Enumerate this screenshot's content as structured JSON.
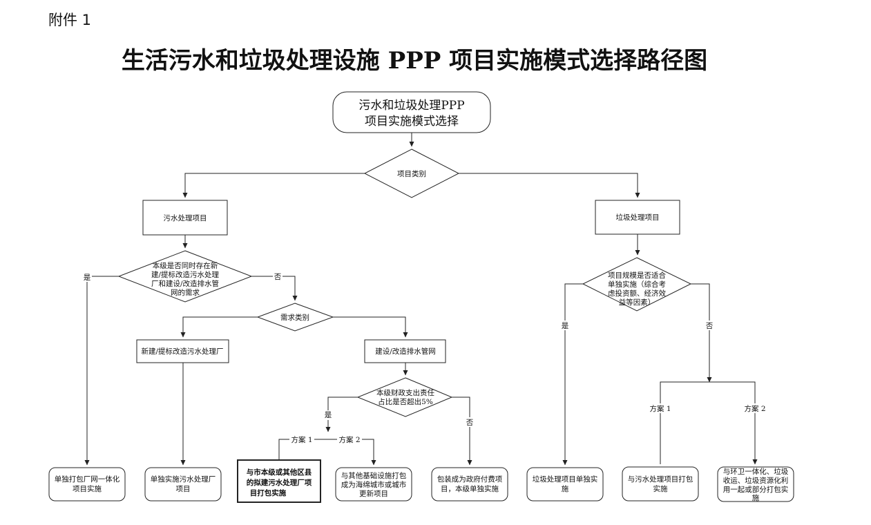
{
  "page": {
    "annex_label": "附件 1",
    "title": "生活污水和垃圾处理设施 PPP 项目实施模式选择路径图"
  },
  "diagram": {
    "start": {
      "line1": "污水和垃圾处理PPP",
      "line2": "项目实施模式选择"
    },
    "project_type": "项目类别",
    "sewage_project": "污水处理项目",
    "garbage_project": "垃圾处理项目",
    "coexist_question": [
      "本级是否同时存在新",
      "建/提标改造污水处理",
      "厂和建设/改造排水管",
      "网的需求"
    ],
    "demand_type": "需求类别",
    "new_plant": "新建/提标改造污水处理厂",
    "pipe_network": "建设/改造排水管网",
    "fiscal_question": [
      "本级财政支出责任",
      "占比是否超出5%"
    ],
    "scale_question": [
      "项目规模是否适合",
      "单独实施（综合考",
      "虑投资额、经济效",
      "益等因素）"
    ],
    "labels": {
      "yes": "是",
      "no": "否",
      "plan1": "方案 1",
      "plan2": "方案 2"
    },
    "outcomes": {
      "bundle_plant_network": [
        "单独打包厂网一体化",
        "项目实施"
      ],
      "plant_alone": [
        "单独实施污水处理厂",
        "项目"
      ],
      "plan1_sewage": [
        "与市本级或其他区县",
        "的拟建污水处理厂项",
        "目打包实施"
      ],
      "plan2_sewage": [
        "与其他基础设施打包",
        "成为海绵城市或城市",
        "更新项目"
      ],
      "gov_pay": [
        "包装成为政府付费项",
        "目，本级单独实施"
      ],
      "garbage_alone": [
        "垃圾处理项目单独实",
        "施"
      ],
      "garbage_plan1": [
        "与污水处理项目打包",
        "实施"
      ],
      "garbage_plan2": [
        "与环卫一体化、垃圾",
        "收运、垃圾资源化利",
        "用一起或部分打包实",
        "施"
      ]
    }
  }
}
